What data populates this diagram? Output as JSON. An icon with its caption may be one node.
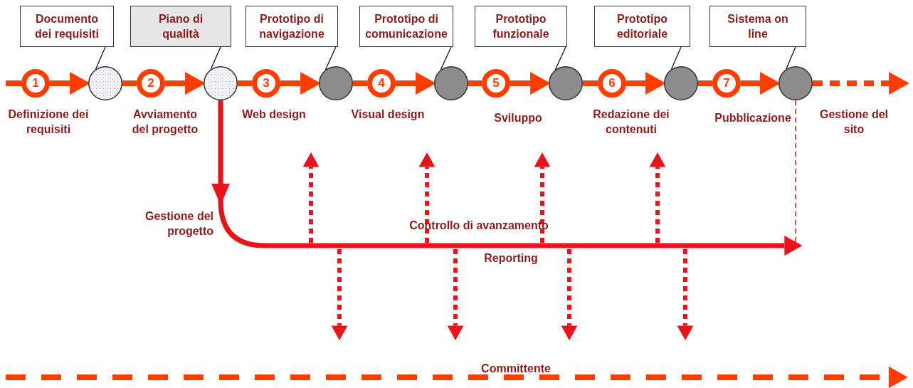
{
  "diagram": {
    "nodes": [
      {
        "text": [
          "Documento dei requisiti"
        ]
      },
      {
        "text": [
          "Piano di qualità"
        ]
      },
      {
        "text": [
          "Prototipo di navigazione"
        ]
      },
      {
        "text": [
          "Prototipo di comunicazione"
        ]
      },
      {
        "text": [
          "Prototipo funzionale"
        ]
      },
      {
        "text": [
          "Prototipo editoriale"
        ]
      },
      {
        "text": [
          "Sistema on line"
        ]
      },
      {
        "text": [
          "1"
        ],
        "beside": [
          "Definizione dei requisiti"
        ]
      },
      {
        "text": [],
        "shape": "circle"
      },
      {
        "text": [
          "2"
        ],
        "beside": [
          "Avviamento del progetto"
        ]
      },
      {
        "text": [],
        "shape": "circle"
      },
      {
        "text": [
          "3"
        ],
        "beside": [
          "Web design"
        ]
      },
      {
        "text": [],
        "shape": "circle"
      },
      {
        "text": [
          "4"
        ],
        "beside": [
          "Visual design"
        ]
      },
      {
        "text": [],
        "shape": "circle"
      },
      {
        "text": [
          "5"
        ],
        "beside": [
          "Sviluppo"
        ]
      },
      {
        "text": [],
        "shape": "circle"
      },
      {
        "text": [
          "6"
        ],
        "beside": [
          "Redazione dei contenuti"
        ]
      },
      {
        "text": [],
        "shape": "circle"
      },
      {
        "text": [
          "7"
        ],
        "beside": [
          "Pubblicazione"
        ]
      },
      {
        "text": [],
        "shape": "circle"
      }
    ],
    "edges": [
      {
        "from": 0,
        "to": 8,
        "arrow": "none",
        "color": "#000000"
      },
      {
        "from": 1,
        "to": 10,
        "arrow": "none",
        "color": "#000000"
      },
      {
        "from": 2,
        "to": 12,
        "arrow": "none",
        "color": "#000000"
      },
      {
        "from": 3,
        "to": 14,
        "arrow": "none",
        "color": "#000000"
      },
      {
        "from": 4,
        "to": 16,
        "arrow": "none",
        "color": "#000000"
      },
      {
        "from": 5,
        "to": 18,
        "arrow": "none",
        "color": "#000000"
      },
      {
        "from": 6,
        "to": 20,
        "arrow": "none",
        "color": "#000000"
      },
      {
        "from": null,
        "to": 7,
        "arrow": "none"
      },
      {
        "from": 7,
        "to": 8,
        "arrow": "to"
      },
      {
        "from": 8,
        "to": 9,
        "arrow": "none"
      },
      {
        "from": 9,
        "to": 10,
        "arrow": "to"
      },
      {
        "from": 10,
        "to": 11,
        "arrow": "none"
      },
      {
        "from": 11,
        "to": 12,
        "arrow": "to"
      },
      {
        "from": 12,
        "to": 13,
        "arrow": "none"
      },
      {
        "from": 13,
        "to": 14,
        "arrow": "to"
      },
      {
        "from": 14,
        "to": 15,
        "arrow": "none"
      },
      {
        "from": 15,
        "to": 16,
        "arrow": "to"
      },
      {
        "from": 16,
        "to": 17,
        "arrow": "none"
      },
      {
        "from": 17,
        "to": 18,
        "arrow": "to"
      },
      {
        "from": 18,
        "to": 19,
        "arrow": "none"
      },
      {
        "from": 19,
        "to": 20,
        "arrow": "to"
      },
      {
        "from": 20,
        "to": null,
        "arrow": "to",
        "style": "dashed"
      },
      {
        "from": 10,
        "to": null,
        "arrow": "to",
        "color": "#e8141b"
      },
      {
        "from": 20,
        "to": null,
        "arrow": "none",
        "style": "dashed",
        "color": "#e8141b"
      }
    ],
    "labels": [
      "Gestione del sito",
      "Gestione del progetto",
      "Controllo di avanzamento",
      "Reporting",
      "Committente"
    ]
  }
}
